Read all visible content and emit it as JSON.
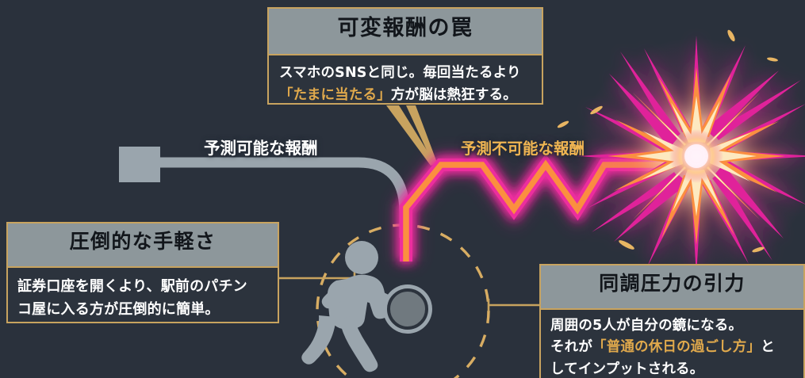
{
  "background_color": "#2a313c",
  "palette": {
    "card_border_gold": "#c8a35f",
    "card_header_gray": "#8d979b",
    "card_body_dark": "#2c333d",
    "highlight_gold": "#e0a94c",
    "neon_orange": "#fb8a3c",
    "neon_magenta": "#e8279a",
    "path_gray": "#9aa5ad",
    "figure_gray": "#9aa5ad",
    "dashed_circle_gold": "#d8ad63",
    "burst_white": "#fde9c0"
  },
  "cards": {
    "variable_reward": {
      "title": "可変報酬の罠",
      "body_lines": [
        {
          "text": "スマホのSNSと同じ。毎回当たるより",
          "highlight": ""
        },
        {
          "pre": "",
          "highlight": "「たまに当たる」",
          "post": "方が脳は熱狂する。"
        }
      ],
      "line1": "スマホのSNSと同じ。毎回当たるより",
      "line2_highlight": "「たまに当たる」",
      "line2_rest": "方が脳は熱狂する。"
    },
    "overwhelming_ease": {
      "title": "圧倒的な手軽さ",
      "line1": "証券口座を開くより、駅前のパチン",
      "line2": "コ屋に入る方が圧倒的に簡単。"
    },
    "peer_pressure": {
      "title": "同調圧力の引力",
      "line1": "周囲の5人が自分の鏡になる。",
      "line2_pre": "それが",
      "line2_highlight": "「普通の休日の過ごし方」",
      "line2_post": "と",
      "line3": "してインプットされる。"
    }
  },
  "path_labels": {
    "predictable": "予測可能な報酬",
    "unpredictable": "予測不可能な報酬"
  },
  "diagram": {
    "start_block": "gray-square-start",
    "gray_path": "predictable-reward-path",
    "zigzag_path": "unpredictable-reward-zigzag",
    "burst": "jackpot-starburst",
    "figure": "person-pictogram",
    "knob": "machine-knob",
    "dashed_circle": "influence-circle"
  }
}
